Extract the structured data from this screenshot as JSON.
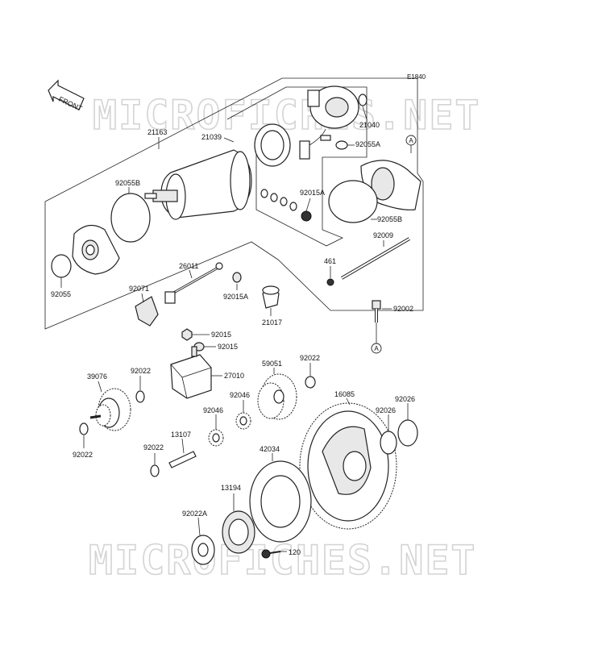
{
  "diagram": {
    "code": "E1840",
    "front_label": "FRONT",
    "watermark_top": "MICROFICHES.NET",
    "watermark_bottom": "MICROFICHES.NET",
    "ref_marker": "A",
    "labels": {
      "p21163": "21163",
      "p21039": "21039",
      "p21040": "21040",
      "p92055A": "92055A",
      "p92055B_left": "92055B",
      "p92015A_top": "92015A",
      "p92055B_right": "92055B",
      "p92009": "92009",
      "p461": "461",
      "p92055": "92055",
      "p26011": "26011",
      "p92071": "92071",
      "p92015A_mid": "92015A",
      "p21017": "21017",
      "p92002": "92002",
      "p92015_a": "92015",
      "p92015_b": "92015",
      "p27010": "27010",
      "p39076": "39076",
      "p92022_a": "92022",
      "p59051": "59051",
      "p92022_b": "92022",
      "p92046_a": "92046",
      "p16085": "16085",
      "p92026_a": "92026",
      "p92026_b": "92026",
      "p92046_b": "92046",
      "p92022_c": "92022",
      "p13107": "13107",
      "p92022_d": "92022",
      "p42034": "42034",
      "p13194": "13194",
      "p92022A": "92022A",
      "p120": "120"
    }
  }
}
